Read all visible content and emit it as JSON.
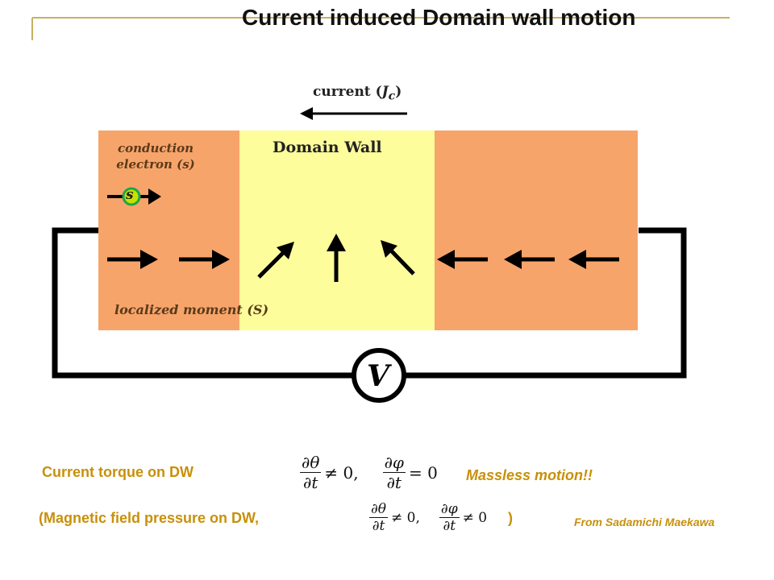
{
  "title": "Current induced Domain wall motion",
  "diagram": {
    "current_label_prefix": "current (",
    "current_label_symbol": "J",
    "current_label_sub": "c",
    "current_label_suffix": ")",
    "domain_wall_label": "Domain Wall",
    "conduction_label_line1": "conduction",
    "conduction_label_line2": "electron  (s)",
    "electron_symbol": "s",
    "localized_label": "localized moment (S)",
    "voltmeter_symbol": "V",
    "colors": {
      "domain": "#f7a46a",
      "wall": "#fdfd9c",
      "electron_fill": "#c8e000",
      "electron_ring": "#1aa64a"
    }
  },
  "equations": {
    "eq1": {
      "theta_num": "∂θ",
      "theta_den": "∂t",
      "rel1": "≠ 0,",
      "phi_num": "∂φ",
      "phi_den": "∂t",
      "rel2": "= 0"
    },
    "eq2": {
      "theta_num": "∂θ",
      "theta_den": "∂t",
      "rel1": "≠ 0,",
      "phi_num": "∂φ",
      "phi_den": "∂t",
      "rel2": "≠ 0"
    }
  },
  "text": {
    "line1": "Current  torque on DW",
    "line2_start": "(Magnetic field  pressure on DW,",
    "line2_end": ")",
    "massless": "Massless motion!!",
    "credit": "From Sadamichi Maekawa"
  }
}
